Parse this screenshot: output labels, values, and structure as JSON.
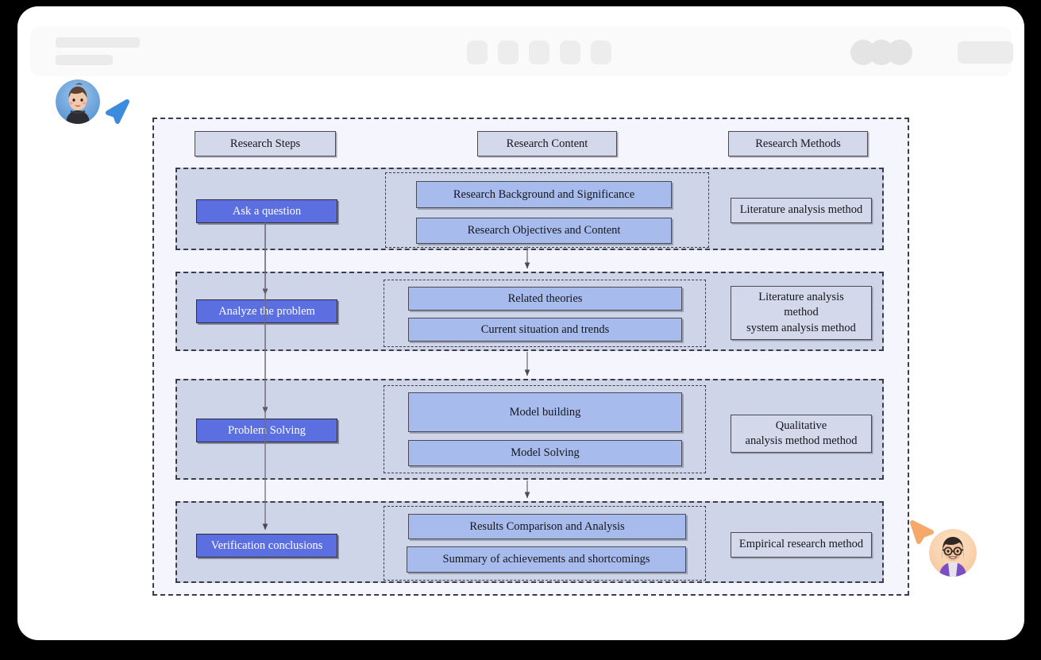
{
  "window": {
    "toolbar": {
      "skeleton_title_lines": 2,
      "skeleton_pill_count": 5,
      "skeleton_avatar_count": 3,
      "skeleton_button": true
    }
  },
  "collaborators": [
    {
      "name": "collaborator-one",
      "cursor_color": "#3d8bdc",
      "position": "top-left"
    },
    {
      "name": "collaborator-two",
      "cursor_color": "#f5a86a",
      "position": "bottom-right"
    }
  ],
  "diagram": {
    "columns": [
      {
        "id": "steps",
        "label": "Research Steps"
      },
      {
        "id": "content",
        "label": "Research Content"
      },
      {
        "id": "methods",
        "label": "Research Methods"
      }
    ],
    "colors": {
      "frame_background": "#f4f5fd",
      "row_background": "#ced5e8",
      "step_box": "#5b6fe0",
      "step_box_text": "#ffffff",
      "content_box": "#a7bcec",
      "header_box": "#d3d8ea",
      "border": "#3c3c46"
    },
    "rows": [
      {
        "step": "Ask a question",
        "contents": [
          "Research Background and Significance",
          "Research Objectives and Content"
        ],
        "method_lines": [
          "Literature analysis method"
        ]
      },
      {
        "step": "Analyze the problem",
        "contents": [
          "Related theories",
          "Current situation and trends"
        ],
        "method_lines": [
          "Literature analysis",
          "method",
          "system analysis method"
        ]
      },
      {
        "step": "Problem Solving",
        "contents": [
          "Model building",
          "Model Solving"
        ],
        "method_lines": [
          "Qualitative",
          "analysis method  method"
        ]
      },
      {
        "step": "Verification conclusions",
        "contents": [
          "Results Comparison and Analysis",
          "Summary of achievements and shortcomings"
        ],
        "method_lines": [
          "Empirical research method"
        ]
      }
    ]
  }
}
